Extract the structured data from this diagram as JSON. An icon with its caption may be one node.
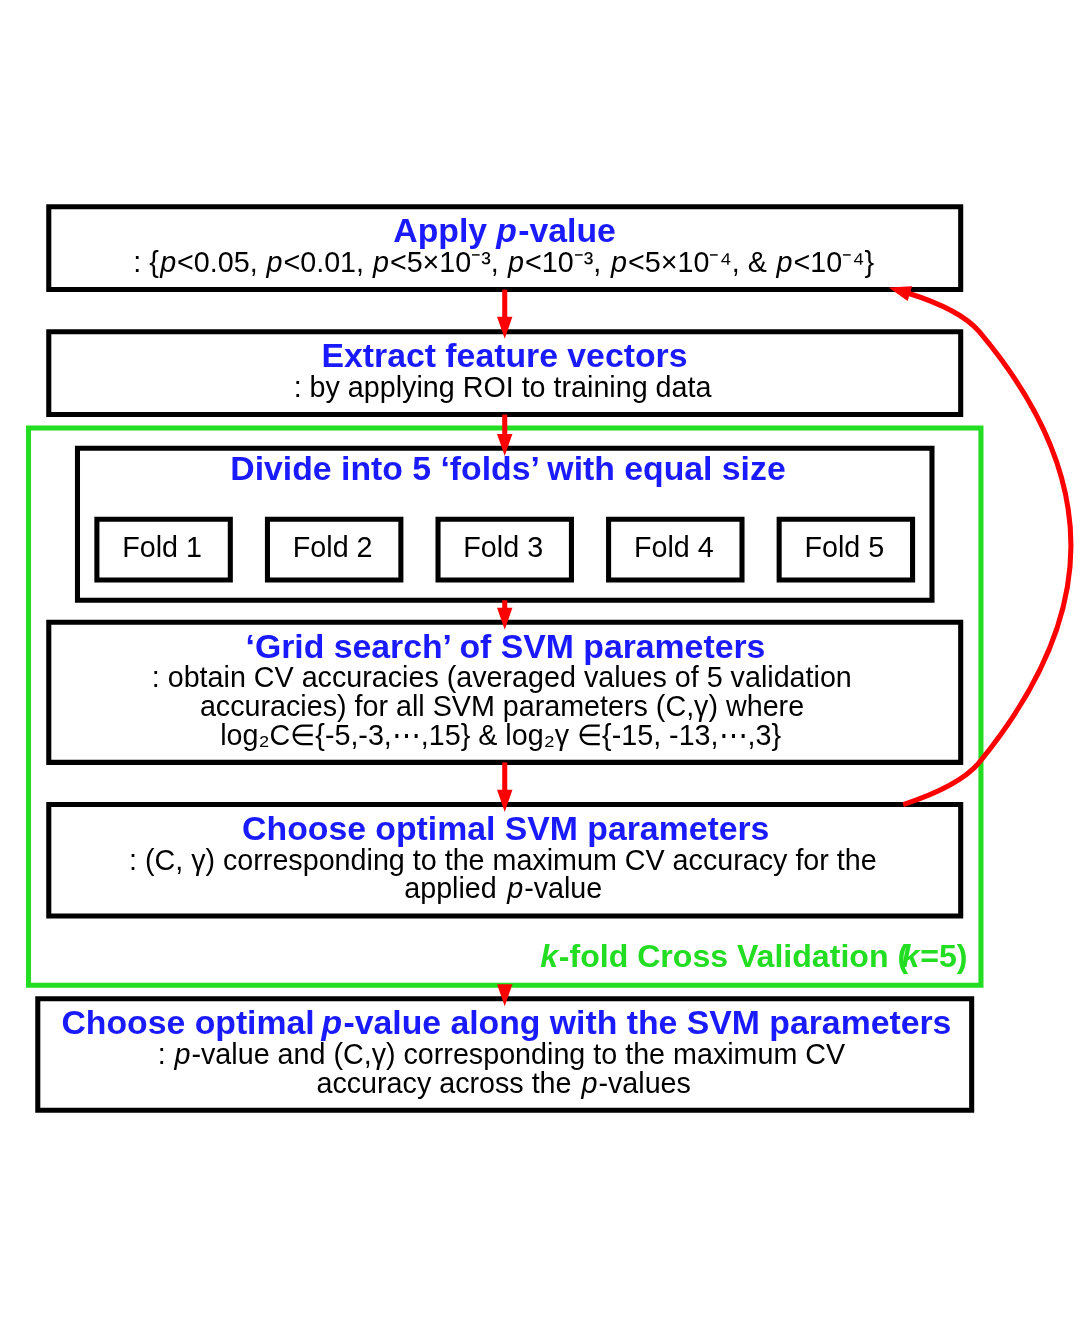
{
  "diagram": {
    "nodes": [
      {
        "text": [
          "Apply *p*-value",
          ": {*p*<0.05, *p*<0.01, *p*<5×10⁻³, *p*<10⁻³, *p*<5×10⁻⁴, & *p*<10⁻⁴}"
        ]
      },
      {
        "text": [
          "Extract feature vectors",
          ": by applying ROI to training data"
        ]
      },
      {
        "text": [
          "*k*-fold Cross Validation (*k*=5)"
        ]
      },
      {
        "text": [
          "Divide into 5 ‘folds’ with equal size"
        ],
        "in": 2
      },
      {
        "text": [
          "Fold 1"
        ],
        "in": 3
      },
      {
        "text": [
          "Fold 2"
        ],
        "in": 3
      },
      {
        "text": [
          "Fold 3"
        ],
        "in": 3
      },
      {
        "text": [
          "Fold 4"
        ],
        "in": 3
      },
      {
        "text": [
          "Fold 5"
        ],
        "in": 3
      },
      {
        "text": [
          "‘Grid search’ of SVM parameters",
          ": obtain CV accuracies (averaged values of 5 validation accuracies) for all SVM parameters (C,γ) where log₂C∈{-5,-3,⋯,15} & log₂γ ∈{-15, -13,⋯,3}"
        ],
        "in": 2
      },
      {
        "text": [
          "Choose optimal SVM parameters",
          ": (C, γ) corresponding to the maximum CV accuracy for the applied *p*-value"
        ],
        "in": 2
      },
      {
        "text": [
          "Choose optimal *p*-value along with the SVM parameters",
          ": *p*-value and (C,γ) corresponding to the maximum CV accuracy across the *p*-values"
        ]
      }
    ],
    "edges": [
      {
        "from": 0,
        "to": 1,
        "arrow": "to"
      },
      {
        "from": 1,
        "to": 3,
        "arrow": "to"
      },
      {
        "from": 3,
        "to": 9,
        "arrow": "to"
      },
      {
        "from": 9,
        "to": 10,
        "arrow": "to"
      },
      {
        "from": 10,
        "to": 0,
        "arrow": "to"
      },
      {
        "from": 2,
        "to": 11,
        "arrow": "to"
      }
    ]
  }
}
